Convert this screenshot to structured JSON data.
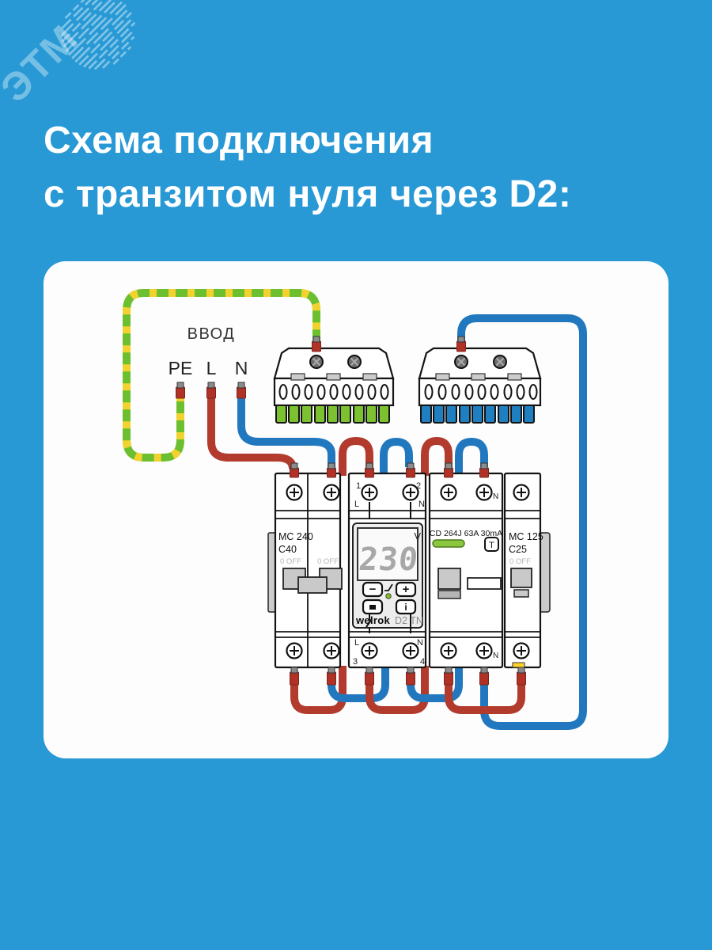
{
  "watermark": {
    "text": "ЭТМ"
  },
  "heading": {
    "line1": "Схема подключения",
    "line2": "с транзитом нуля через D2:"
  },
  "colors": {
    "background": "#2899d5",
    "card": "#fdfdfd",
    "wire_line": "#b23b2e",
    "wire_neutral": "#2278bf",
    "wire_pe_green": "#6cc02f",
    "wire_pe_yellow": "#f2d22e",
    "pin_body": "#b03227",
    "pin_cap": "#8b8b8b",
    "busbar_pe_teeth": "#7cc12f",
    "busbar_n_teeth": "#1f7fc0",
    "rcd_stripe": "#8bc63f",
    "led_green": "#7fc41c",
    "marker_yellow": "#ffd32a",
    "outline": "#141414"
  },
  "diagram": {
    "input_label": "ВВОД",
    "terminals": {
      "pe": "PE",
      "line": "L",
      "neutral": "N"
    },
    "breaker_main": {
      "name": "MC 240",
      "rating": "C40",
      "off_left": "0 OFF",
      "off_right": "0 OFF"
    },
    "relay": {
      "top": {
        "num_l": "1",
        "l": "L",
        "num_n": "2",
        "n": "N"
      },
      "bottom": {
        "l": "L",
        "num_l": "3",
        "n": "N",
        "num_n": "4"
      },
      "display": "230",
      "unit": "V",
      "btn_minus": "−",
      "btn_plus": "+",
      "btn_info": "i",
      "brand": "welrok",
      "model": "D2 TN"
    },
    "rcd": {
      "label": "CD 264J 63A 30mA",
      "test_button": "T",
      "n_top": "N",
      "n_bottom": "N"
    },
    "breaker_load": {
      "name": "MC 125",
      "rating": "C25",
      "off": "0 OFF"
    }
  }
}
